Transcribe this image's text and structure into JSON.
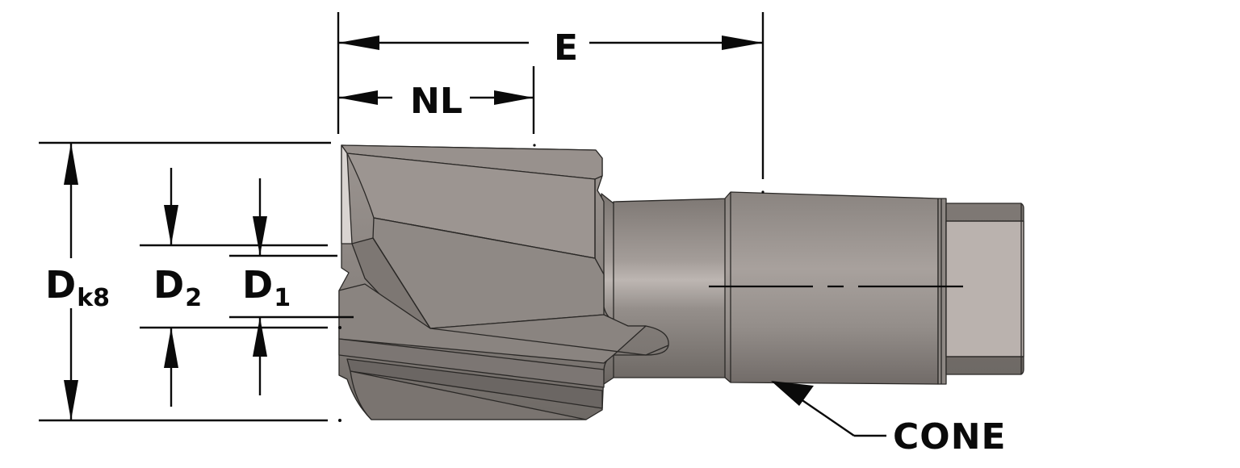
{
  "diagram": {
    "subject": "Cutter tool with cone shank — dimensioned side view",
    "colors": {
      "background": "#ffffff",
      "ink": "#0a0a0a",
      "body_dark": "#6f6a67",
      "body_mid": "#8f8985",
      "body_light": "#b4ada9",
      "face_light": "#bab2ae"
    },
    "dimensions": {
      "overall_length": {
        "label": "E"
      },
      "cutting_length": {
        "label": "NL"
      },
      "cutting_diameter": {
        "label": "D",
        "subscript": "k8"
      },
      "diameter_2": {
        "label": "D",
        "subscript": "2"
      },
      "diameter_1": {
        "label": "D",
        "subscript": "1"
      }
    },
    "callouts": {
      "cone": {
        "label": "CONE"
      }
    }
  }
}
